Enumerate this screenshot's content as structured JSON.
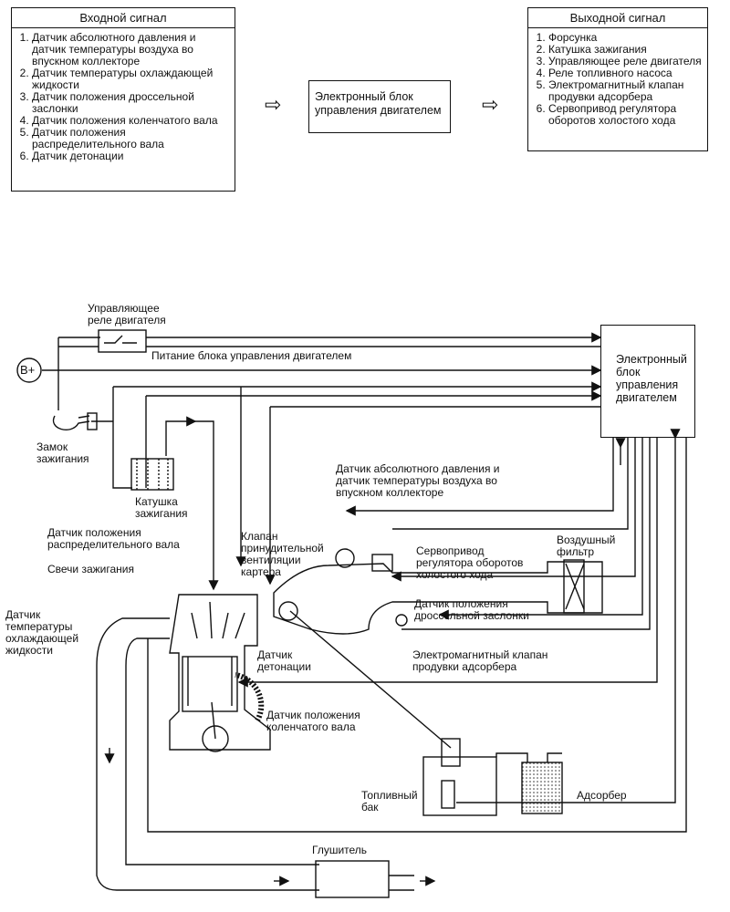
{
  "input_box": {
    "title": "Входной сигнал",
    "items": [
      "Датчик абсолютного давления и датчик температуры воздуха во впускном коллекторе",
      "Датчик температуры охлаждающей жидкости",
      "Датчик положения дроссельной заслонки",
      "Датчик положения коленчатого вала",
      "Датчик положения распределительного вала",
      "Датчик детонации"
    ]
  },
  "ecu_box": {
    "label": "Электронный блок управления двигателем"
  },
  "output_box": {
    "title": "Выходной сигнал",
    "items": [
      "Форсунка",
      "Катушка зажигания",
      "Управляющее реле двигателя",
      "Реле топливного насоса",
      "Электромагнитный клапан продувки адсорбера",
      "Сервопривод регулятора оборотов холостого хода"
    ]
  },
  "diagram": {
    "relay": "Управляющее\nреле двигателя",
    "power_ecu": "Питание блока управления двигателем",
    "battery": "B+",
    "ecu": "Электронный\nблок\nуправления\nдвигателем",
    "ignition_lock": "Замок\nзажигания",
    "coil": "Катушка\nзажигания",
    "map_sensor": "Датчик абсолютного давления и\nдатчик температуры воздуха во\nвпускном коллекторе",
    "camshaft_sensor": "Датчик положения\nраспределительного вала",
    "pcv_valve": "Клапан\nпринудительной\nвентиляции\nкартера",
    "idle_servo": "Сервопривод\nрегулятора оборотов\nхолостого хода",
    "air_filter": "Воздушный\nфильтр",
    "spark_plugs": "Свечи зажигания",
    "throttle_sensor": "Датчик положения\nдроссельной заслонки",
    "coolant_sensor": "Датчик\nтемпературы\nохлаждающей\nжидкости",
    "knock_sensor": "Датчик\nдетонации",
    "purge_valve": "Электромагнитный клапан\nпродувки адсорбера",
    "crank_sensor": "Датчик положения\nколенчатого вала",
    "fuel_tank": "Топливный\nбак",
    "adsorber": "Адсорбер",
    "muffler": "Глушитель"
  }
}
